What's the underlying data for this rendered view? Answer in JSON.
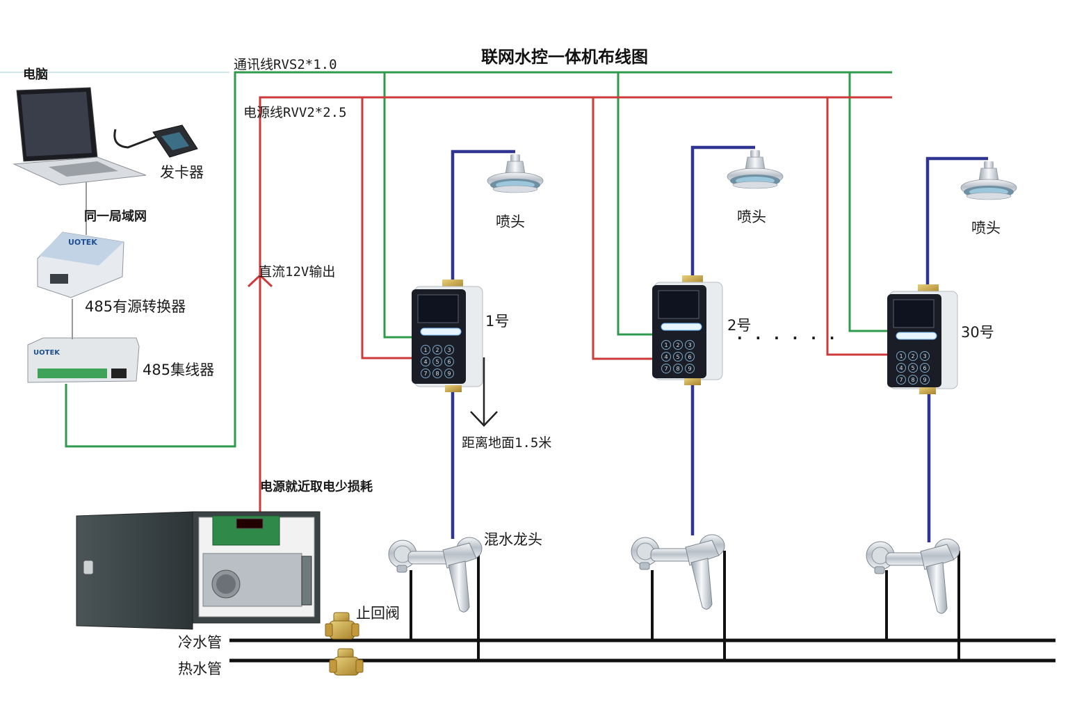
{
  "title": "联网水控一体机布线图",
  "colors": {
    "comm_line": "#2e9a4e",
    "power_line": "#cc3a3a",
    "water_pipe": "#2f3590",
    "main_pipe": "#111111",
    "device_body": "#1b1d26",
    "brass": "#c7a24a"
  },
  "labels": {
    "computer": "电脑",
    "card_issuer": "发卡器",
    "same_lan": "同一局域网",
    "converter": "485有源转换器",
    "hub": "485集线器",
    "comm_line": "通讯线RVS2*1.0",
    "power_line": "电源线RVV2*2.5",
    "dc_output": "直流12V输出",
    "power_note": "电源就近取电少损耗",
    "distance": "距离地面1.5米",
    "mixer": "混水龙头",
    "check_valve": "止回阀",
    "cold_pipe": "冷水管",
    "hot_pipe": "热水管",
    "ellipsis": "· · · · · ·"
  },
  "units": [
    {
      "id": "1号",
      "shower": "喷头"
    },
    {
      "id": "2号",
      "shower": "喷头"
    },
    {
      "id": "30号",
      "shower": "喷头"
    }
  ],
  "brand_text": "UOTEK",
  "keypad_keys": [
    "1",
    "2",
    "3",
    "4",
    "5",
    "6",
    "7",
    "8",
    "9"
  ]
}
